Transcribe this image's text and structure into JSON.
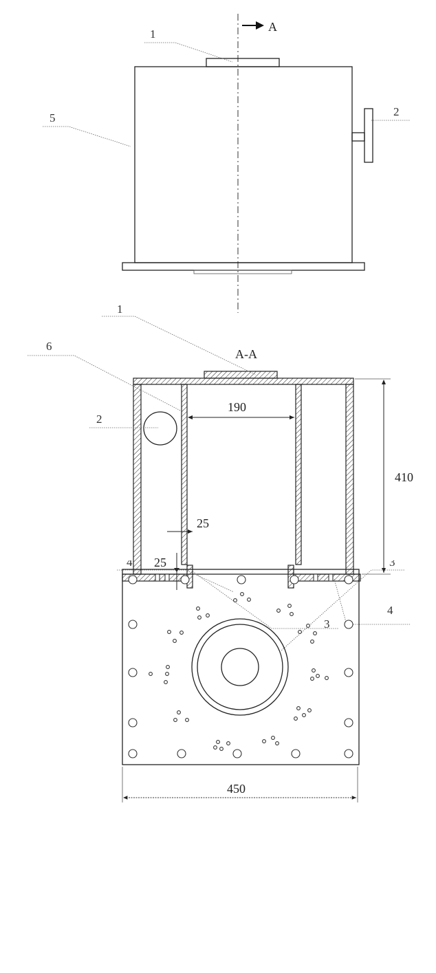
{
  "front_view": {
    "section_arrow": "A",
    "labels": {
      "inlet_1": "1",
      "outlet_2": "2",
      "shell_5": "5"
    }
  },
  "section_view": {
    "title": "A-A",
    "labels": {
      "inlet_1": "1",
      "outlet_2": "2",
      "partition_6": "6",
      "ring_3": "3",
      "base_4": "4"
    },
    "dimensions": {
      "inner_width": "190",
      "height": "410",
      "gap": "25",
      "lip": "25"
    }
  },
  "bottom_view": {
    "labels": {
      "base_4": "4",
      "ring_3": "3"
    },
    "dimensions": {
      "width": "450"
    }
  }
}
